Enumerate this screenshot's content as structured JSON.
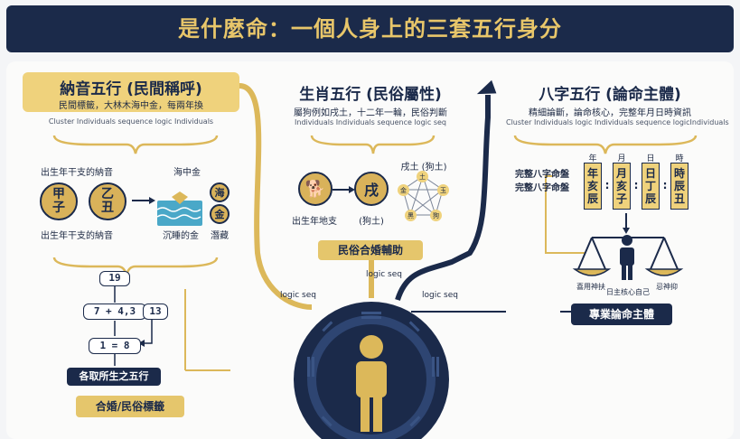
{
  "header": {
    "title": "是什麼命：一個人身上的三套五行身分"
  },
  "left": {
    "title": "納音五行 (民間稱呼)",
    "subtitle": "民間標籤，大林木海中金，每兩年換",
    "subtitle_en": "Cluster Individuals sequence logic Individuals",
    "label_top_left": "出生年干支的納音",
    "label_top_right": "海中金",
    "stem_1": "甲子",
    "stem_2": "乙丑",
    "tag_hai": "海",
    "tag_jin": "金",
    "label_bottom_left": "出生年干支的納音",
    "label_sink": "沉睡的金",
    "label_hidden": "潛藏",
    "calc_1": "19",
    "calc_2": "7 + 4,3",
    "calc_3": "13",
    "calc_4": "1  =  8",
    "calc_result": "各取所生之五行",
    "bottom_tag": "合婚/民俗標籤"
  },
  "middle": {
    "title": "生肖五行 (民俗屬性)",
    "subtitle": "屬狗例如戌土，十二年一輪，民俗判斷",
    "subtitle_en": "Individuals Individuals sequence logic seq",
    "xu": "戌",
    "label_branch": "出生年地支",
    "label_dogearth": "(狗土)",
    "label_xutu": "戌土 (狗土)",
    "pent": [
      "土",
      "金",
      "玉",
      "狗",
      "黑"
    ],
    "tag": "民俗合婚輔助"
  },
  "right": {
    "title": "八字五行 (論命主體)",
    "subtitle": "精細論斷，論命核心，完整年月日時資訊",
    "subtitle_en": "Cluster Individuals logic Individuals sequence logicIndividuals",
    "label_full_1": "完整八字命盤",
    "label_full_2": "完整八字命盤",
    "pillar_heads": [
      "年",
      "月",
      "日",
      "時"
    ],
    "pillars": [
      "年亥辰",
      "月亥子",
      "日丁辰",
      "時辰丑"
    ],
    "sep": ":",
    "label_left_pan": "喜用神扶",
    "label_center": "日主核心自己",
    "label_right_pan": "忌神抑",
    "tag": "專業論命主體"
  },
  "center": {
    "logic_left": "logic seq",
    "logic_mid": "logic seq",
    "logic_right": "logic seq"
  },
  "colors": {
    "navy": "#1b2a4a",
    "gold": "#e5c66c",
    "gold_line": "#dcb85a"
  }
}
